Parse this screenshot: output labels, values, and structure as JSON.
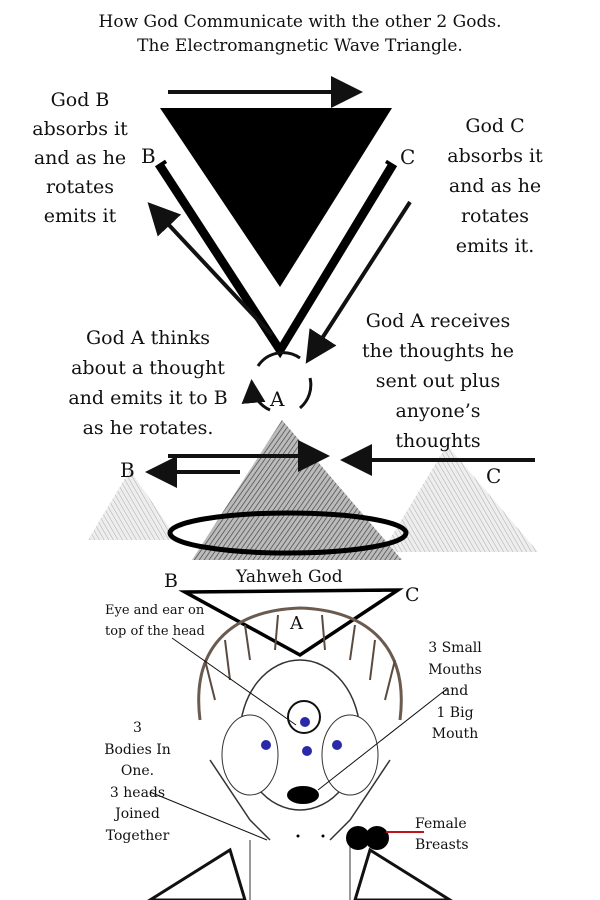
{
  "title": [
    "How God Communicate with the other 2 Gods.",
    "The Electromangnetic Wave Triangle."
  ],
  "god_b_text": [
    "God B",
    "absorbs it",
    "and as he",
    "rotates",
    "emits it"
  ],
  "god_c_text": [
    "God C",
    "absorbs it",
    "and as he",
    "rotates",
    "emits it."
  ],
  "god_a_emit_text": [
    "God A thinks",
    "about a thought",
    "and emits it to B",
    "as he rotates."
  ],
  "god_a_receive_text": [
    "God A receives",
    "the thoughts he",
    "sent out plus",
    "anyone’s",
    "thoughts"
  ],
  "labels": {
    "b": "B",
    "c": "C",
    "a": "A"
  },
  "yahweh_title": "Yahweh God",
  "annotations": {
    "eye_ear": [
      "Eye and ear on",
      "top of the head"
    ],
    "mouths": [
      "3 Small",
      "Mouths",
      "and",
      "1 Big",
      "Mouth"
    ],
    "bodies": [
      "3",
      "Bodies In",
      "One.",
      "3 heads",
      "Joined",
      "Together"
    ],
    "breasts": [
      "Female",
      "Breasts"
    ]
  },
  "colors": {
    "ink": "#111111",
    "eye": "#2a2aa8",
    "hair": "#6b5a4e",
    "pointer_red": "#c0141c"
  }
}
